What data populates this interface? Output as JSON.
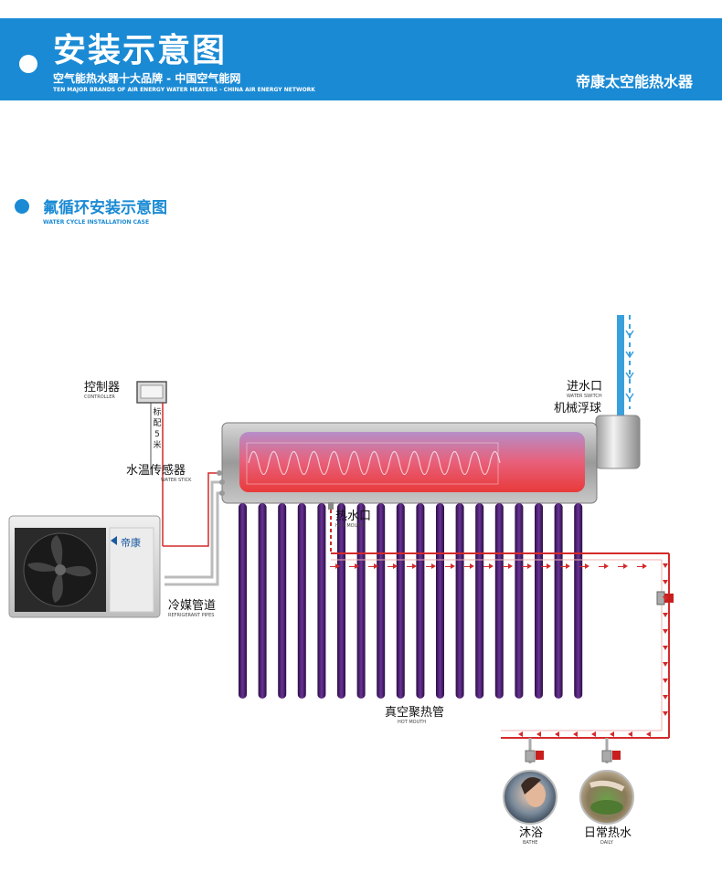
{
  "banner": {
    "title": "安装示意图",
    "subtitle": "空气能热水器十大品牌 - 中国空气能网",
    "subtitle_en": "TEN MAJOR BRANDS OF AIR ENERGY WATER HEATERS - CHINA AIR ENERGY NETWORK",
    "brand": "帝康太空能热水器",
    "color": "#1a8ad4"
  },
  "section": {
    "title": "氟循环安装示意图",
    "subtitle_en": "WATER CYCLE INSTALLATION CASE"
  },
  "labels": {
    "controller": {
      "cn": "控制器",
      "en": "CONTROLLER"
    },
    "cable": "标配5米",
    "water_sensor": {
      "cn": "水温传感器",
      "en": "WATER STICK"
    },
    "refrigerant": {
      "cn": "冷媒管道",
      "en": "REFRIGERANT PIPES"
    },
    "hot_outlet": {
      "cn": "热水口",
      "en": "HOT MOUTH"
    },
    "inlet": {
      "cn": "进水口",
      "en": "WATER SWITCH"
    },
    "float_ball": {
      "cn": "机械浮球"
    },
    "vacuum_tubes": {
      "cn": "真空聚热管",
      "en": "HOT MOUTH"
    },
    "bathe": {
      "cn": "沐浴",
      "en": "BATHE"
    },
    "daily": {
      "cn": "日常热水",
      "en": "DAILY"
    },
    "unit_logo": "帝康"
  },
  "colors": {
    "pipe_red": "#d42a2a",
    "cold_blue": "#3aa0dc",
    "tube_purple": "#4a1f6e",
    "tank_hot": "#e83a3a"
  }
}
